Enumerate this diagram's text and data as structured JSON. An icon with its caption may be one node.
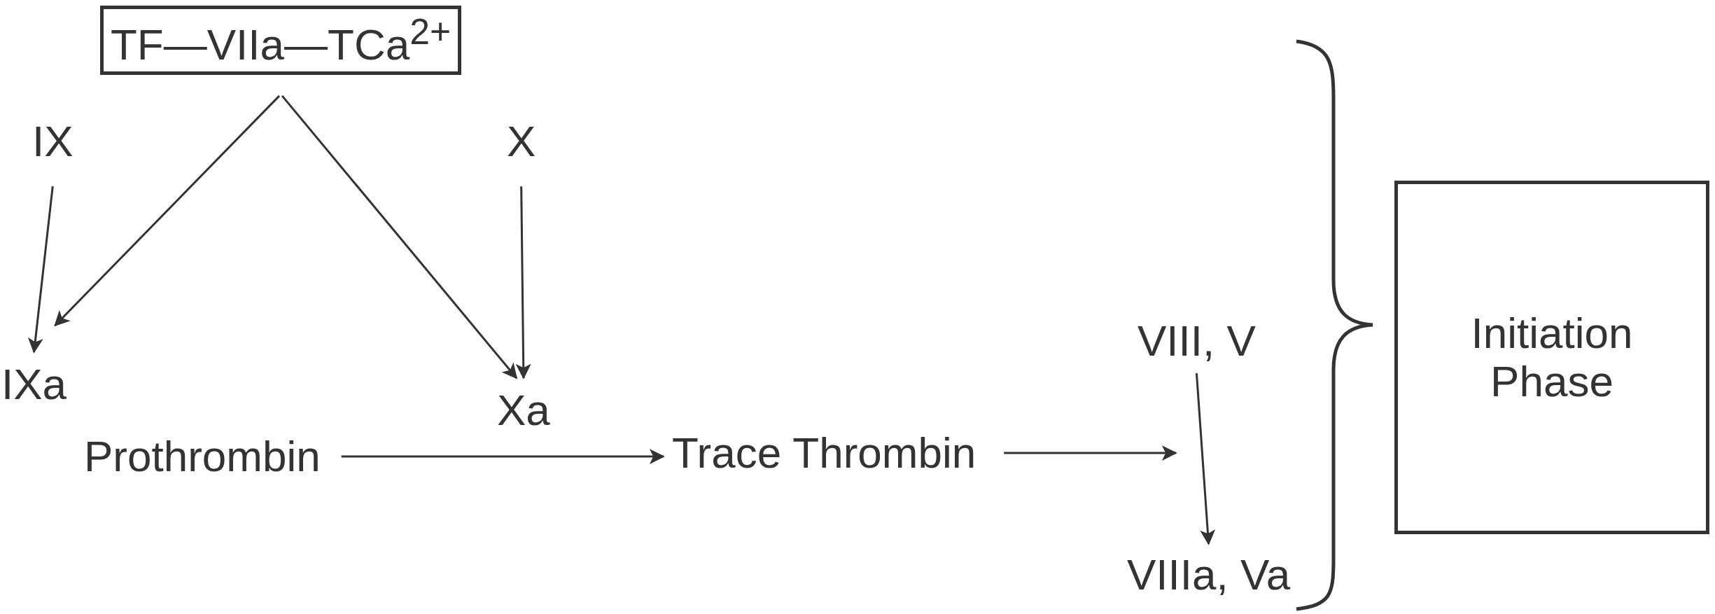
{
  "diagram": {
    "nodes": [
      {
        "text": [
          "TF—VIIa—TCa$^{2+}$"
        ]
      },
      {
        "text": [
          "IX"
        ]
      },
      {
        "text": [
          "X"
        ]
      },
      {
        "text": [
          "IXa"
        ]
      },
      {
        "text": [
          "Xa"
        ]
      },
      {
        "text": [
          "Prothrombin"
        ]
      },
      {
        "text": [
          "Trace Thrombin"
        ]
      },
      {
        "text": [
          "VIII, V"
        ]
      },
      {
        "text": [
          "VIIIa, Va"
        ]
      },
      {
        "text": [
          "Initiation Phase"
        ]
      }
    ],
    "edges": [
      {
        "from": 0,
        "to": 3,
        "arrow": "to"
      },
      {
        "from": 0,
        "to": 4,
        "arrow": "to"
      },
      {
        "from": 1,
        "to": 3,
        "arrow": "to"
      },
      {
        "from": 2,
        "to": 4,
        "arrow": "to"
      },
      {
        "from": 5,
        "to": 6,
        "arrow": "to"
      },
      {
        "from": 6,
        "to": null,
        "arrow": "to"
      },
      {
        "from": 7,
        "to": 8,
        "arrow": "to"
      }
    ]
  }
}
